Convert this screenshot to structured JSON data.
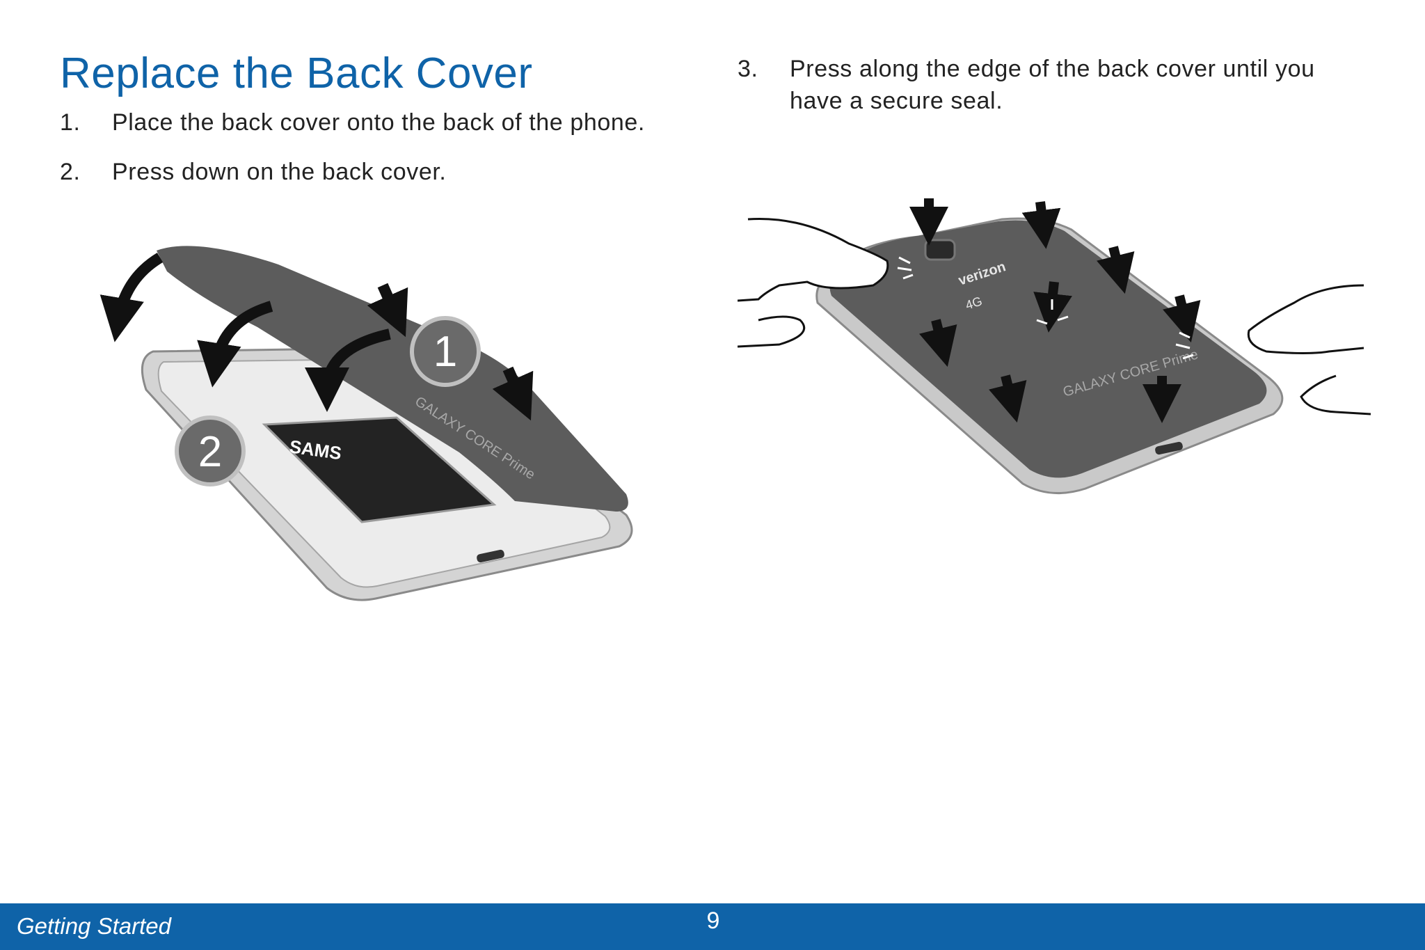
{
  "page": {
    "title": "Replace the Back Cover",
    "steps": [
      {
        "number": "1.",
        "text": "Place the back cover onto the back of the phone."
      },
      {
        "number": "2.",
        "text": "Press down on the back cover."
      },
      {
        "number": "3.",
        "text": "Press along the edge of the back cover until you have a secure seal."
      }
    ]
  },
  "illustration_left": {
    "callout_1": "1",
    "callout_2": "2",
    "battery_brand": "SAMS",
    "cover_text": "GALAXY CORE Prime"
  },
  "illustration_right": {
    "carrier_logo": "verizon",
    "network_logo": "4G",
    "model_text": "GALAXY CORE Prime"
  },
  "footer": {
    "section": "Getting Started",
    "page_number": "9"
  },
  "colors": {
    "accent": "#0f63a8",
    "cover_gray": "#5c5c5c",
    "footer_bg": "#0f63a8"
  }
}
